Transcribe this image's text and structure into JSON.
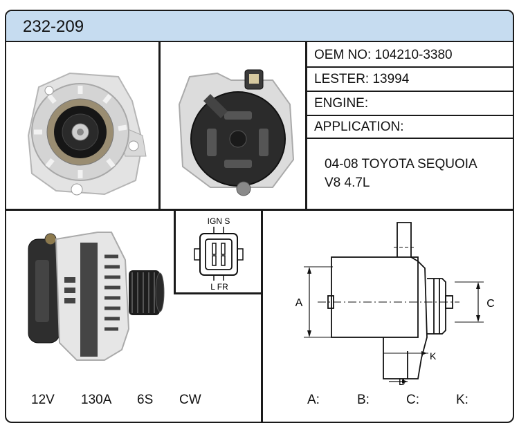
{
  "header": {
    "part_number": "232-209"
  },
  "specs": {
    "oem": {
      "label": "OEM NO:",
      "value": "104210-3380"
    },
    "lester": {
      "label": "LESTER:",
      "value": "13994"
    },
    "engine": {
      "label": "ENGINE:",
      "value": ""
    },
    "application": {
      "label": "APPLICATION:"
    }
  },
  "application_lines": [
    "04-08 TOYOTA SEQUOIA",
    "V8 4.7L"
  ],
  "connector": {
    "top_labels": "IGN  S",
    "bottom_labels": "L   FR"
  },
  "ratings": {
    "voltage": "12V",
    "amperage": "130A",
    "pulley": "6S",
    "rotation": "CW"
  },
  "dimensions": {
    "labels": {
      "a": "A",
      "b": "B",
      "c": "C",
      "k": "K"
    },
    "fields": {
      "a": "A:",
      "b": "B:",
      "c": "C:",
      "k": "K:"
    }
  },
  "images": {
    "front": "alternator-front-view",
    "rear": "alternator-rear-view",
    "side": "alternator-side-view"
  }
}
